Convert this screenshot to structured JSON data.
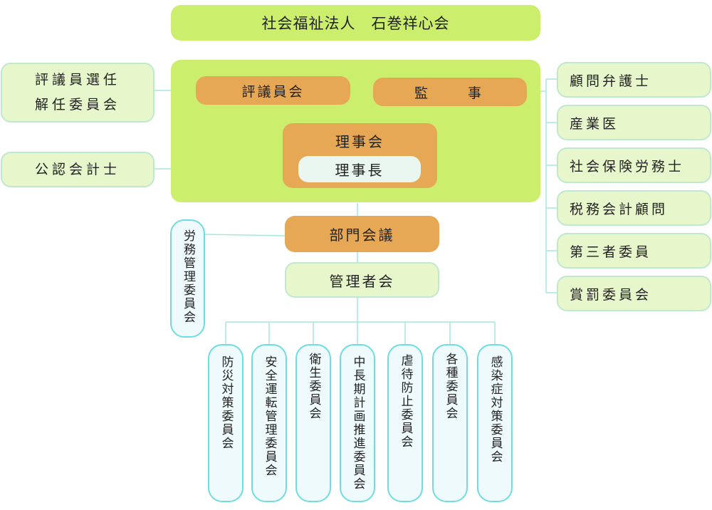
{
  "header": {
    "organization_name": "社会福祉法人　石巻祥心会"
  },
  "left_advisors": [
    {
      "label_line1": "評議員選任",
      "label_line2": "解任委員会"
    },
    {
      "label_line1": "公認会計士"
    }
  ],
  "governance": {
    "councilors": "評議員会",
    "auditors": "監　　事",
    "board": "理事会",
    "chairman": "理事長"
  },
  "right_advisors": [
    {
      "label": "顧問弁護士"
    },
    {
      "label": "産業医"
    },
    {
      "label": "社会保険労務士"
    },
    {
      "label": "税務会計顧問"
    },
    {
      "label": "第三者委員"
    },
    {
      "label": "賞罰委員会"
    }
  ],
  "department_meeting": "部門会議",
  "labor_committee": "労務管理委員会",
  "managers_meeting": "管理者会",
  "committees": [
    {
      "label": "防災対策委員会"
    },
    {
      "label": "安全運転管理委員会"
    },
    {
      "label": "衛生委員会"
    },
    {
      "label": "中長期計画推進委員会"
    },
    {
      "label": "虐待防止委員会"
    },
    {
      "label": "各種委員会"
    },
    {
      "label": "感染症対策委員会"
    }
  ],
  "colors": {
    "lime": "#cbee6c",
    "orange": "#e6a855",
    "pale_green": "#e8f6cc",
    "cyan_border": "#6fdde0",
    "connector": "#a8e6dc",
    "governance_line": "#2e5a1e"
  }
}
